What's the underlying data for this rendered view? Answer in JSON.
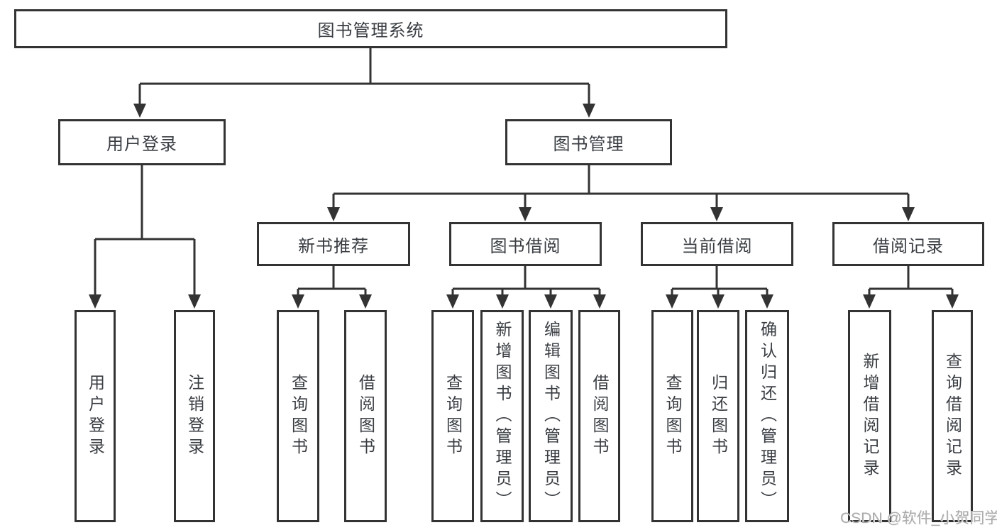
{
  "diagram_title": "图书管理系统",
  "nodes": {
    "root": "图书管理系统",
    "user_login": "用户登录",
    "book_management": "图书管理",
    "new_book_recommend": "新书推荐",
    "book_borrowing": "图书借阅",
    "current_borrowing": "当前借阅",
    "borrowing_records": "借阅记录",
    "leaf_user_login": "用户登录",
    "leaf_logout": "注销登录",
    "leaf_query_books_recommend": "查询图书",
    "leaf_borrow_books_recommend": "借阅图书",
    "leaf_query_books_borrowing": "查询图书",
    "leaf_add_books_admin": "新增图书（管理员）",
    "leaf_edit_books_admin": "编辑图书（管理员）",
    "leaf_borrow_books_borrowing": "借阅图书",
    "leaf_query_books_current": "查询图书",
    "leaf_return_books": "归还图书",
    "leaf_confirm_return_admin": "确认归还（管理员）",
    "leaf_add_borrow_record": "新增借阅记录",
    "leaf_query_borrow_record": "查询借阅记录"
  },
  "watermark": {
    "text": "CSDN @软件_小贺同学"
  },
  "colors": {
    "line": "#333333",
    "text": "#393d42",
    "background": "#ffffff",
    "watermark": "#aaaaaa"
  }
}
